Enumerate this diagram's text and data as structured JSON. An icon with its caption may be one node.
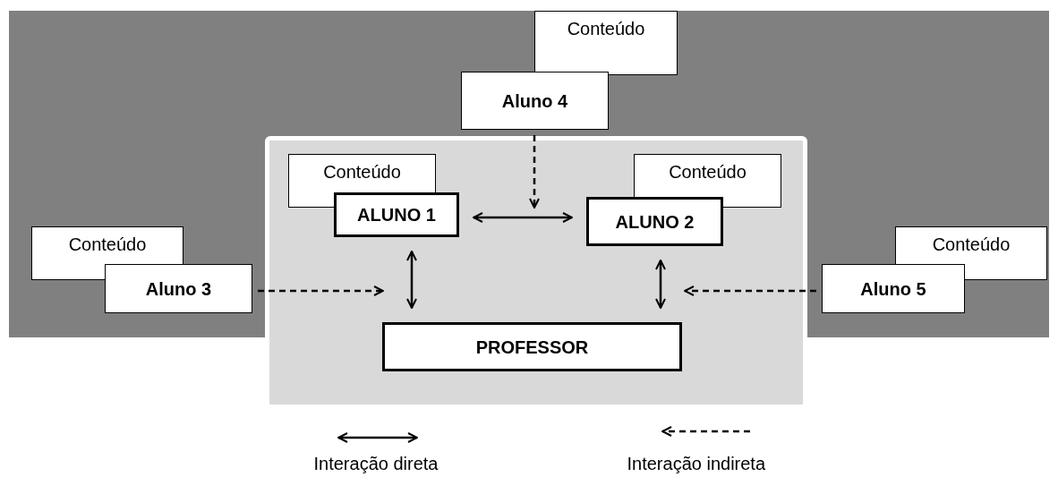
{
  "diagram": {
    "nodes": [
      {
        "text": [
          "Conteúdo"
        ]
      },
      {
        "text": [
          "Aluno 4"
        ]
      },
      {
        "text": [
          "Conteúdo"
        ]
      },
      {
        "text": [
          "Conteúdo"
        ]
      },
      {
        "text": [
          "ALUNO 1"
        ]
      },
      {
        "text": [
          "ALUNO 2"
        ]
      },
      {
        "text": [
          "Conteúdo"
        ]
      },
      {
        "text": [
          "Conteúdo"
        ]
      },
      {
        "text": [
          "Aluno 3"
        ]
      },
      {
        "text": [
          "Aluno 5"
        ]
      },
      {
        "text": [
          "PROFESSOR"
        ]
      }
    ],
    "edges": [
      {
        "from": 4,
        "to": 5,
        "arrow": "both"
      },
      {
        "from": 4,
        "to": 10,
        "arrow": "both"
      },
      {
        "from": 5,
        "to": 10,
        "arrow": "both"
      },
      {
        "from": 1,
        "to": null,
        "arrow": "to",
        "style": "dashed"
      },
      {
        "from": 8,
        "to": null,
        "arrow": "to",
        "style": "dashed"
      },
      {
        "from": 9,
        "to": null,
        "arrow": "to",
        "style": "dashed"
      }
    ],
    "legend": [
      {
        "text": "Interação direta"
      },
      {
        "text": "Interação indireta"
      }
    ]
  }
}
